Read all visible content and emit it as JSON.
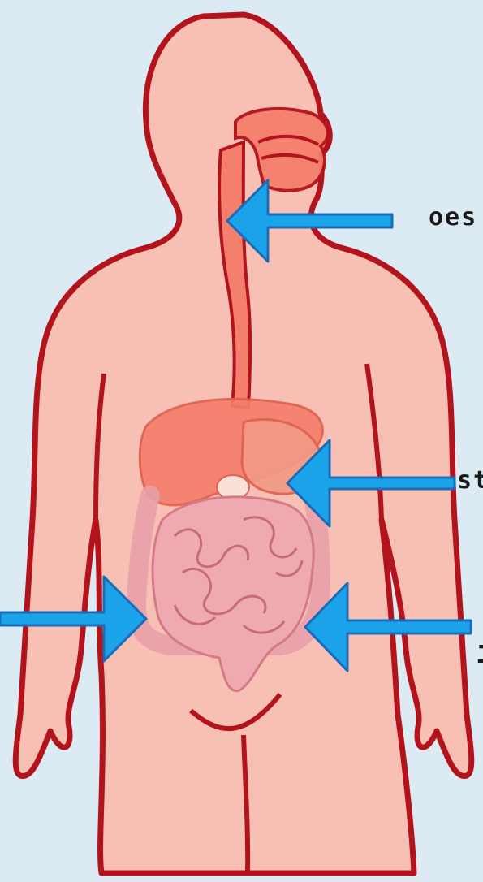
{
  "colors": {
    "background": "#dcebf3",
    "skin": "#f8c0b4",
    "outline": "#b3131b",
    "organ": "#f47f6c",
    "intestine": "#eeaab0",
    "arrow": "#1aa3e8",
    "arrow_outline": "#1a6bb8"
  },
  "labels": {
    "oesophagus": "oes",
    "stomach": "st",
    "small_intestine": "i"
  },
  "icons": {
    "arrow": "arrow-left-icon"
  }
}
